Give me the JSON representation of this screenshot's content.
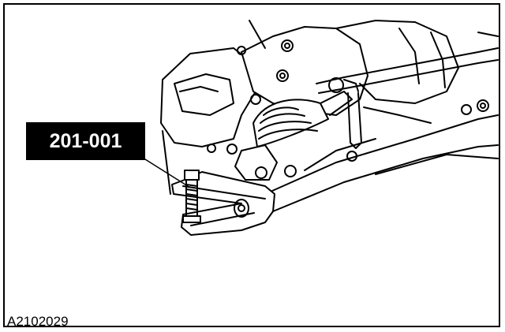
{
  "callout": {
    "label": "201-001"
  },
  "figure": {
    "id": "A2102029"
  },
  "colors": {
    "line": "#000000",
    "background": "#ffffff",
    "callout_fill": "#000000",
    "callout_text": "#ffffff"
  },
  "illustration": {
    "subject": "suspension-ball-joint-separator-tool"
  }
}
